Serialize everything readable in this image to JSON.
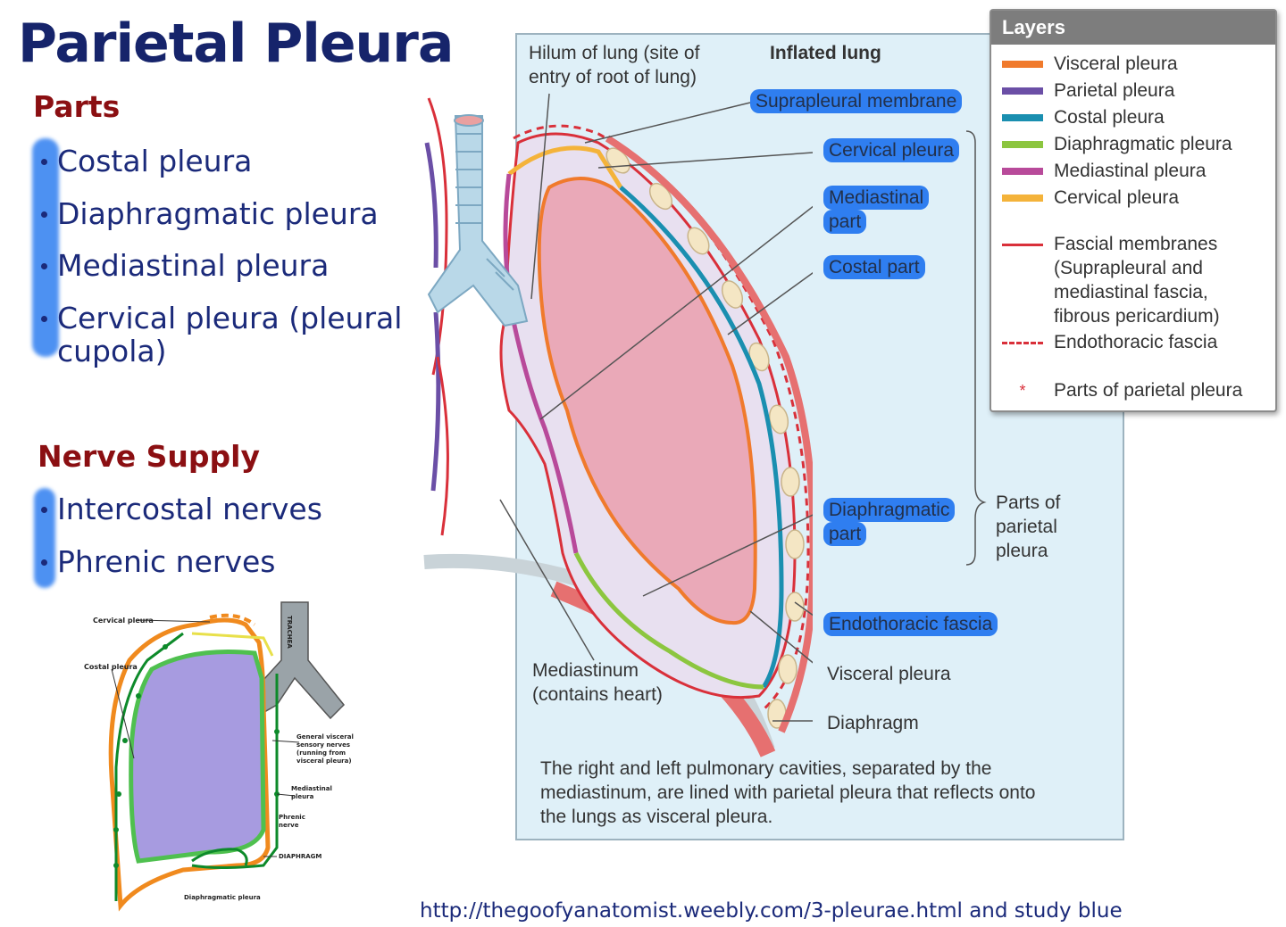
{
  "title": "Parietal Pleura",
  "parts": {
    "heading": "Parts",
    "items": [
      "Costal pleura",
      "Diaphragmatic pleura",
      "Mediastinal pleura",
      "Cervical pleura (pleural",
      "cupola)"
    ]
  },
  "nerve_supply": {
    "heading": "Nerve Supply",
    "items": [
      "Intercostal nerves",
      "Phrenic nerves"
    ]
  },
  "main_diagram": {
    "labels": {
      "hilum": [
        "Hilum of lung (site of",
        "entry of root of lung)"
      ],
      "inflated": "Inflated lung",
      "suprapleural": "Suprapleural membrane",
      "cervical": "Cervical pleura",
      "mediastinal_part": [
        "Mediastinal",
        "part"
      ],
      "costal_part": "Costal part",
      "diaphragmatic_part": [
        "Diaphragmatic",
        "part"
      ],
      "parts_of_parietal": [
        "Parts of",
        "parietal",
        "pleura"
      ],
      "endothoracic": "Endothoracic fascia",
      "visceral": "Visceral pleura",
      "diaphragm": "Diaphragm",
      "mediastinum": [
        "Mediastinum",
        "(contains heart)"
      ]
    },
    "caption": [
      "The right and left pulmonary cavities, separated by the",
      "mediastinum, are lined with parietal pleura that reflects onto",
      "the lungs as visceral pleura."
    ]
  },
  "legend": {
    "title": "Layers",
    "items": [
      {
        "label": "Visceral pleura",
        "color": "#f07a2c"
      },
      {
        "label": "Parietal pleura",
        "color": "#6b4fa6"
      },
      {
        "label": "Costal pleura",
        "color": "#1a8fb0"
      },
      {
        "label": "Diaphragmatic pleura",
        "color": "#8cc63f"
      },
      {
        "label": "Mediastinal pleura",
        "color": "#b84a9a"
      },
      {
        "label": "Cervical pleura",
        "color": "#f4b33a"
      }
    ],
    "fascial": [
      "Fascial membranes",
      "(Suprapleural and",
      "mediastinal fascia,",
      "fibrous pericardium)"
    ],
    "endothoracic": "Endothoracic fascia",
    "parts_marker": "Parts of parietal pleura",
    "fascial_color": "#d9303a"
  },
  "small_diagram": {
    "labels": {
      "cervical": "Cervical pleura",
      "costal": "Costal pleura",
      "trachea": "TRACHEA",
      "general": [
        "General visceral",
        "sensory nerves",
        "(running from",
        "visceral pleura)"
      ],
      "mediastinal": [
        "Mediastinal",
        "pleura"
      ],
      "phrenic": [
        "Phrenic",
        "nerve"
      ],
      "diaphragm": "DIAPHRAGM",
      "diaphragmatic": "Diaphragmatic pleura"
    }
  },
  "source_url": "http://thegoofyanatomist.weebly.com/3-pleurae.html and study blue"
}
